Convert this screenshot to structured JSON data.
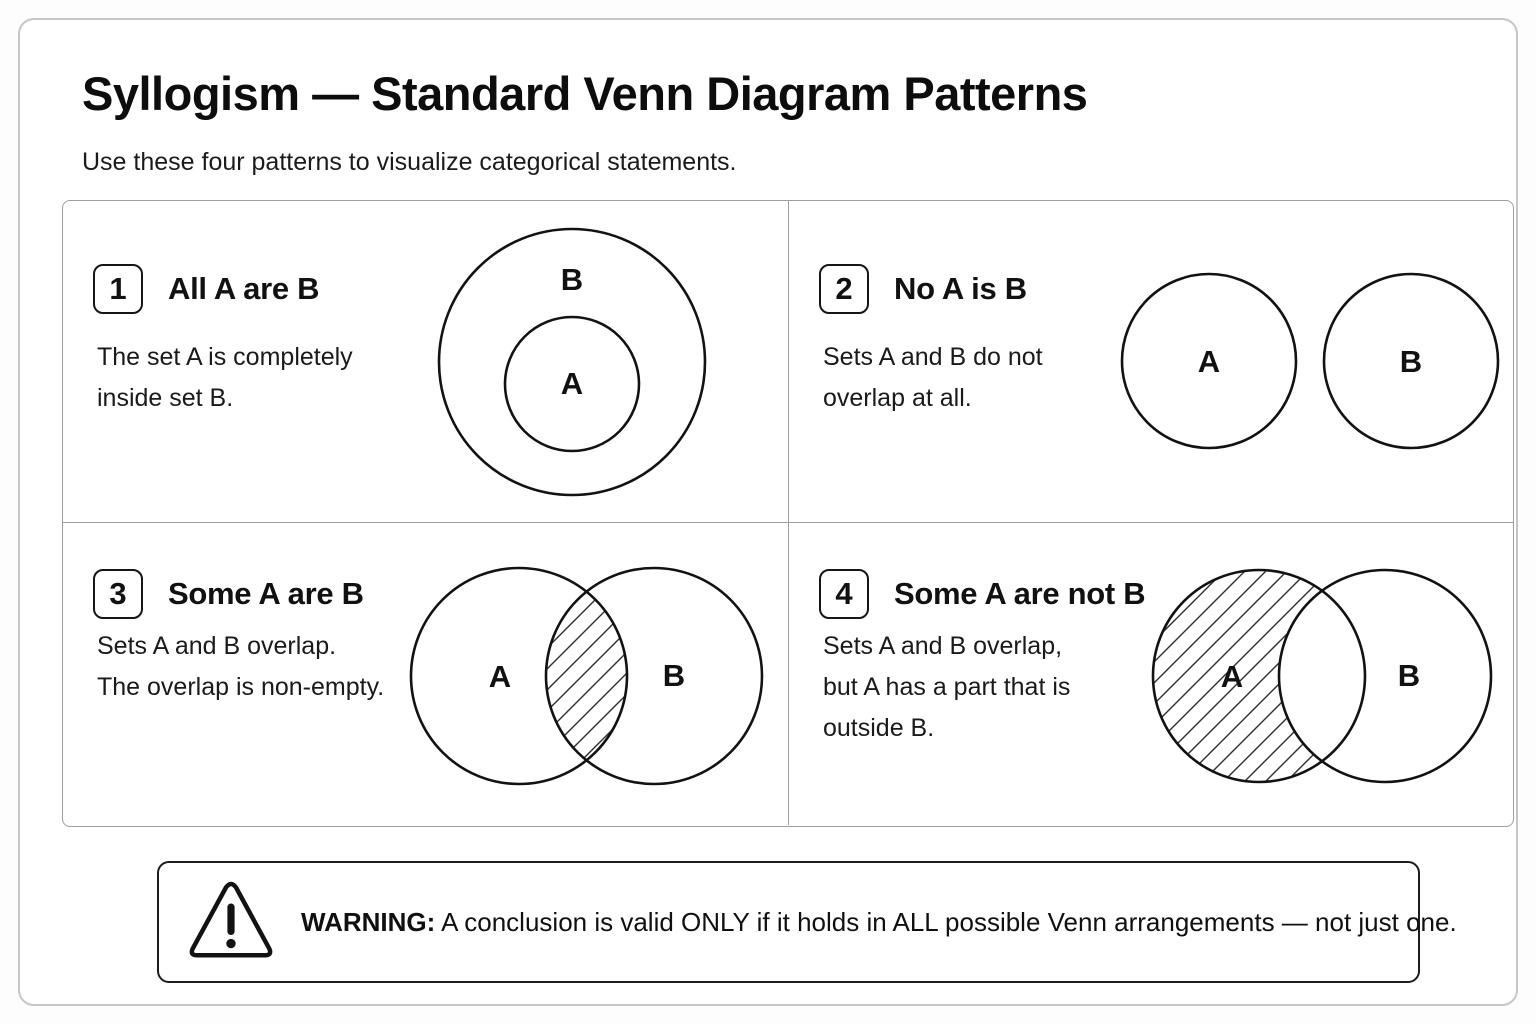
{
  "page": {
    "title": "Syllogism — Standard Venn Diagram Patterns",
    "subtitle": "Use these four patterns to visualize categorical statements."
  },
  "patterns": [
    {
      "number": "1",
      "title": "All A are B",
      "description_lines": [
        "The set A is completely",
        "inside set B."
      ],
      "diagram": {
        "type": "nested-circles",
        "labels": {
          "outer": "B",
          "inner": "A"
        }
      }
    },
    {
      "number": "2",
      "title": "No A is B",
      "description_lines": [
        "Sets A and B do not",
        "overlap at all."
      ],
      "diagram": {
        "type": "disjoint-circles",
        "labels": {
          "left": "A",
          "right": "B"
        }
      }
    },
    {
      "number": "3",
      "title": "Some A are B",
      "description_lines": [
        "Sets A and B overlap.",
        "The overlap is non-empty."
      ],
      "diagram": {
        "type": "overlap-intersection-hatched",
        "labels": {
          "left": "A",
          "right": "B"
        }
      }
    },
    {
      "number": "4",
      "title": "Some A are not B",
      "description_lines": [
        "Sets A and B overlap,",
        "but A has a part that is",
        "outside B."
      ],
      "diagram": {
        "type": "overlap-left-difference-hatched",
        "labels": {
          "left": "A",
          "right": "B"
        }
      }
    }
  ],
  "warning": {
    "icon": "warning-triangle-icon",
    "label": "WARNING:",
    "text": "A conclusion is valid ONLY if it holds in ALL possible Venn arrangements — not just one."
  },
  "colors": {
    "ink": "#111111",
    "card_border": "#c6c6c6",
    "grid_border": "#9e9e9e",
    "background": "#ffffff",
    "hatch_stroke": "#2e2e2e"
  }
}
